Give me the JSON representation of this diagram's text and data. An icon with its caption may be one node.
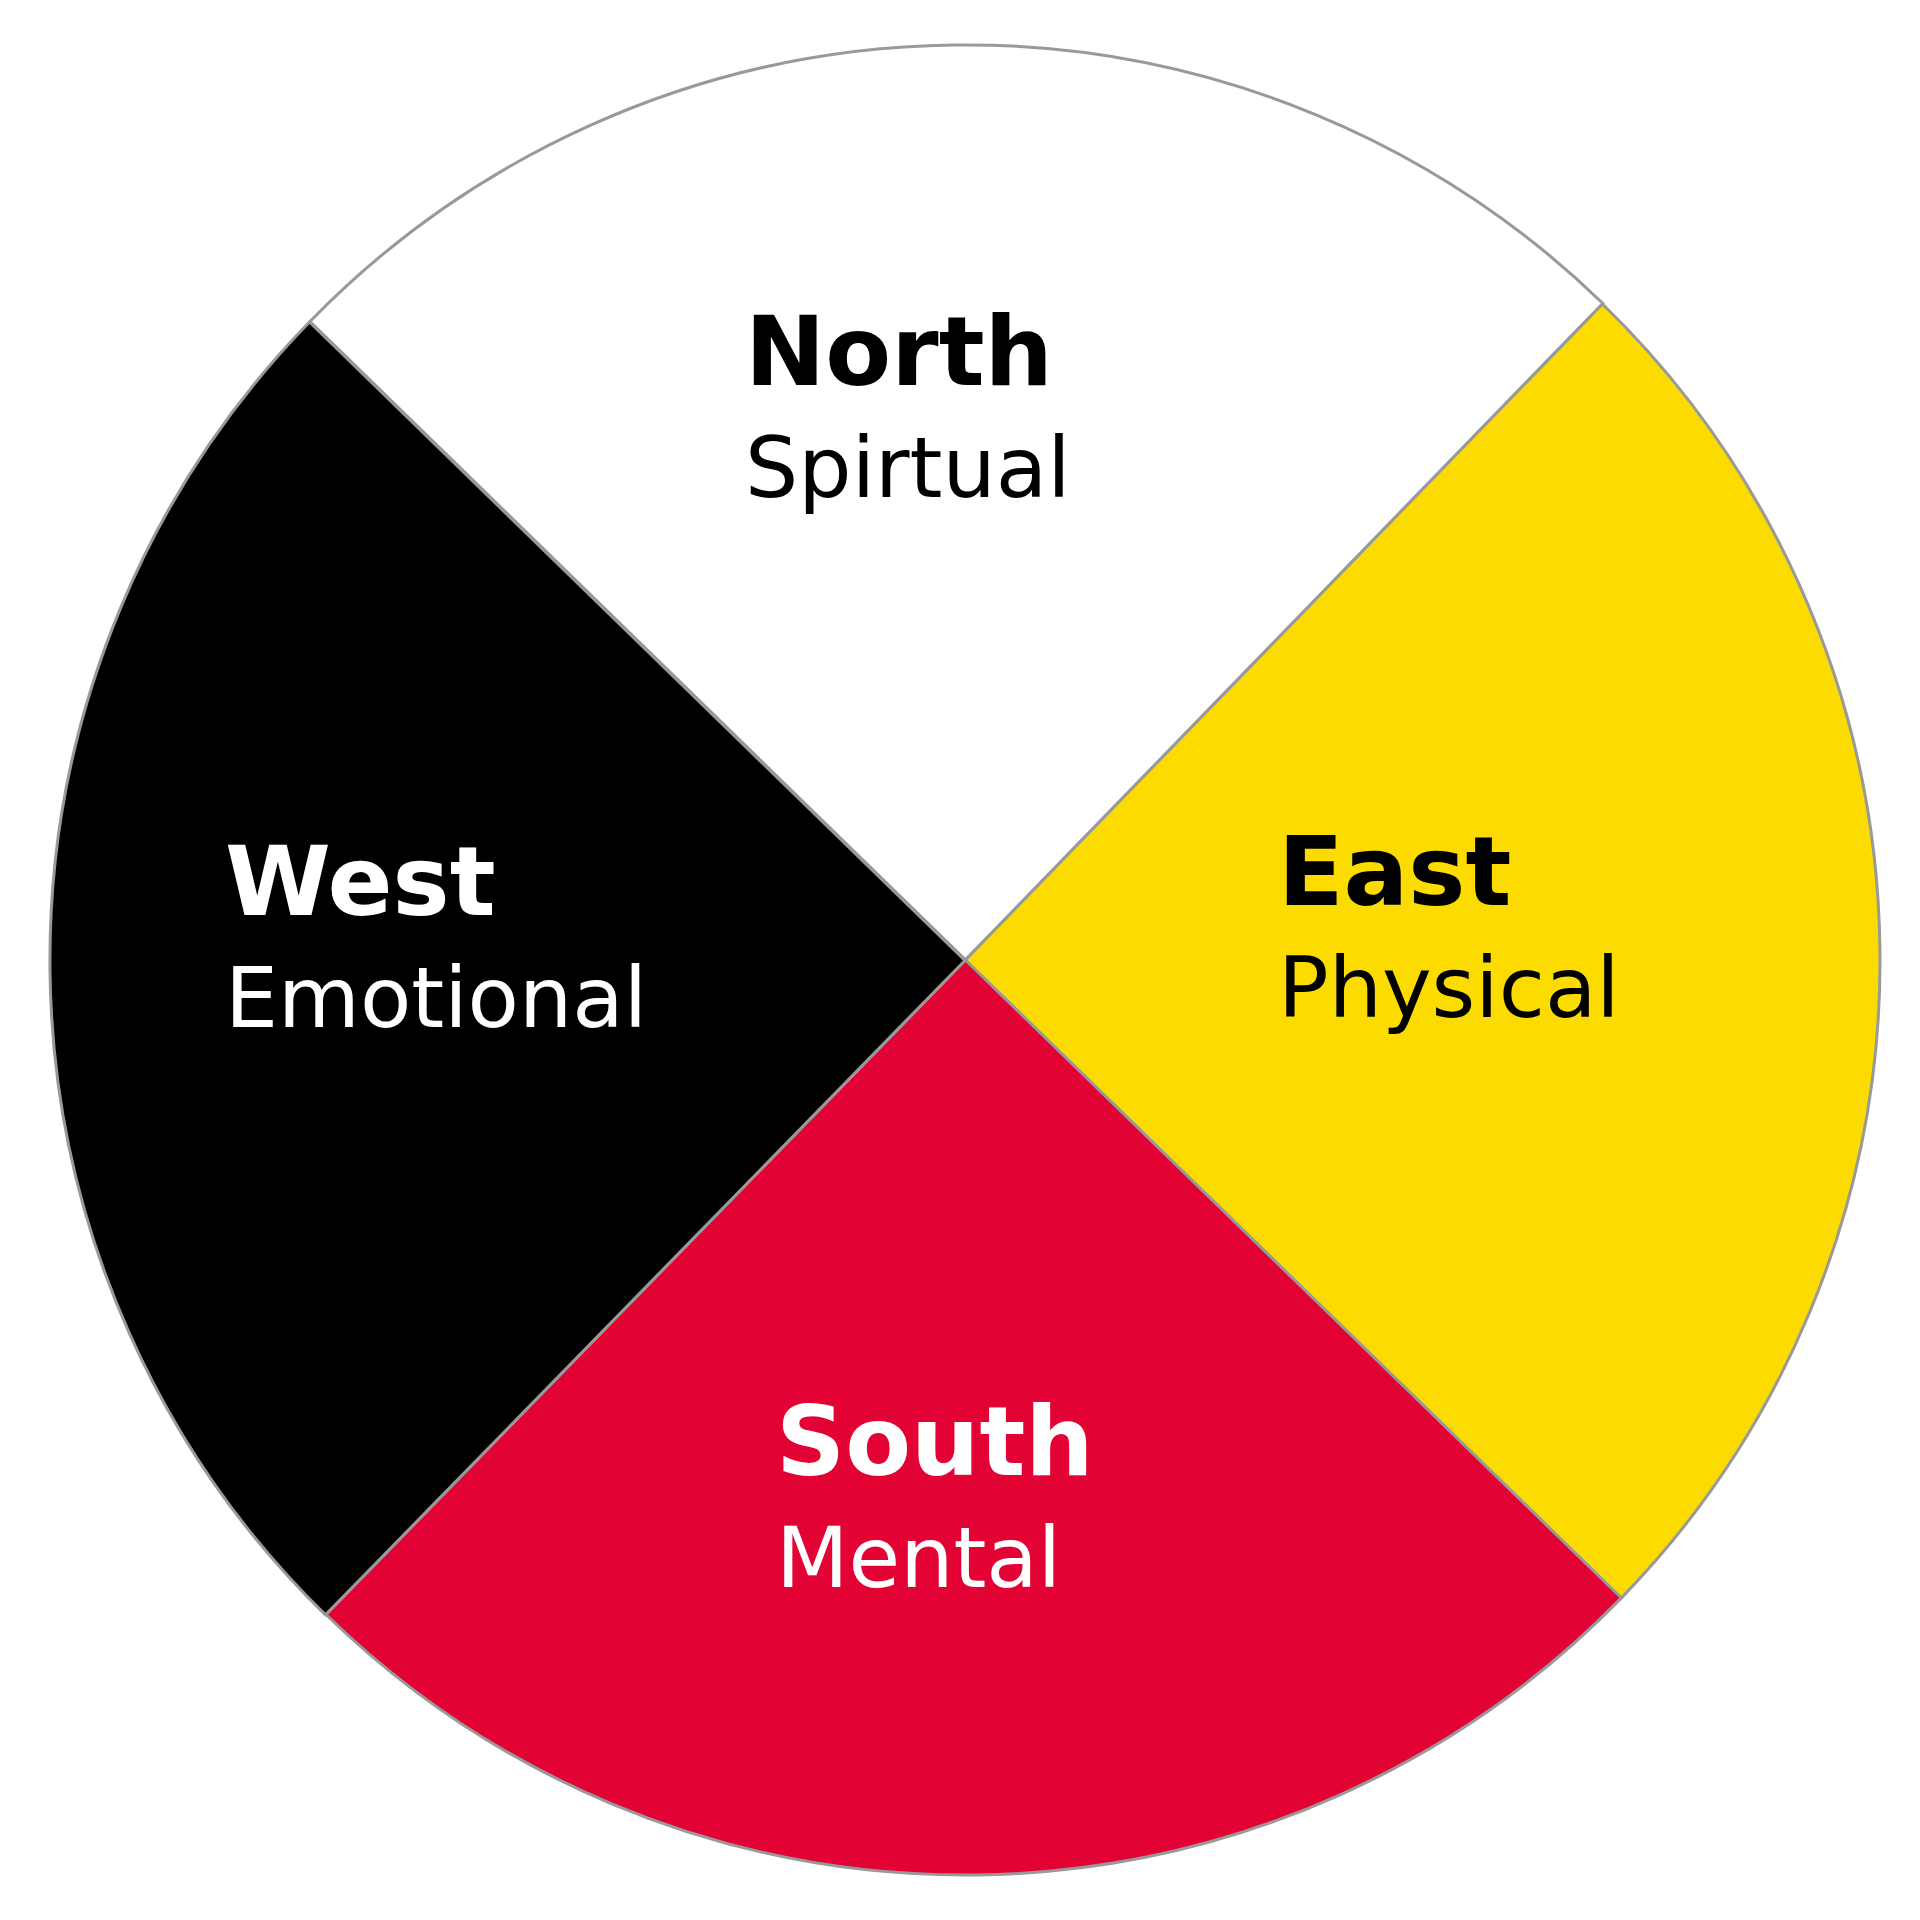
{
  "diagram": {
    "nodes": [
      {
        "text": [
          "North",
          "Spirtual"
        ]
      },
      {
        "text": [
          "East",
          "Physical"
        ]
      },
      {
        "text": [
          "South",
          "Mental"
        ]
      },
      {
        "text": [
          "West",
          "Emotional"
        ]
      }
    ]
  }
}
